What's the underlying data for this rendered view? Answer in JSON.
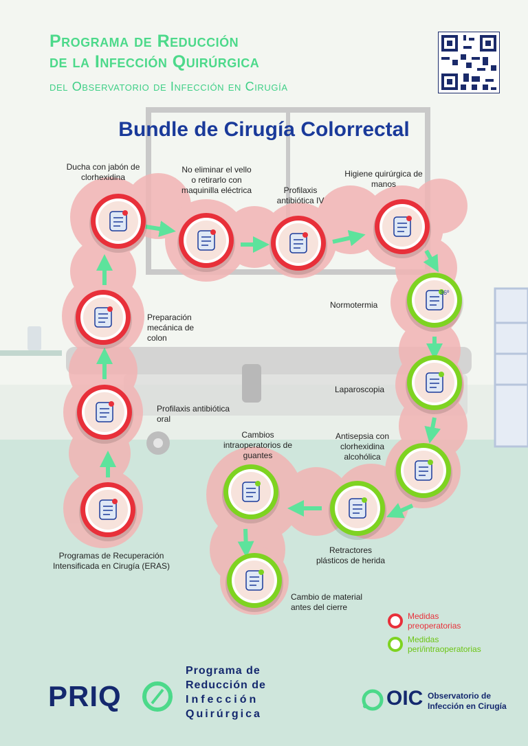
{
  "header": {
    "line1": "Programa de Reducción",
    "line2": "de la Infección Quirúrgica",
    "line3": "del Observatorio de Infección en Cirugía",
    "title": "Bundle de Cirugía Colorrectal"
  },
  "colors": {
    "preop": "#e8303a",
    "periop": "#7ed321",
    "arrow": "#5de39c",
    "title": "#1a3a9a",
    "brand": "#14286e"
  },
  "steps": [
    {
      "label": "Programas de Recuperación Intensificada en Cirugía (ERAS)",
      "type": "preop",
      "icon": "checklist-icon"
    },
    {
      "label": "Profilaxis antibiótica oral",
      "type": "preop",
      "icon": "colon-icon"
    },
    {
      "label": "Preparación mecánica de colon",
      "type": "preop",
      "icon": "colon-icon"
    },
    {
      "label": "Ducha con jabón de clorhexidina",
      "type": "preop",
      "icon": "shower-icon"
    },
    {
      "label": "No eliminar el vello o retirarlo con maquinilla eléctrica",
      "type": "preop",
      "icon": "electric-razor-icon"
    },
    {
      "label": "Profilaxis antibiótica IV",
      "type": "preop",
      "icon": "iv-drip-icon"
    },
    {
      "label": "Higiene quirúrgica de manos",
      "type": "preop",
      "icon": "hand-wash-icon"
    },
    {
      "label": "Normotermia",
      "type": "periop",
      "icon": "thermometer-icon",
      "temp": "36º"
    },
    {
      "label": "Laparoscopia",
      "type": "periop",
      "icon": "laparoscopy-icon"
    },
    {
      "label": "Antisepsia con clorhexidina alcohólica",
      "type": "periop",
      "icon": "antisepsis-icon"
    },
    {
      "label": "Retractores plásticos de herida",
      "type": "periop",
      "icon": "wound-retractor-icon"
    },
    {
      "label": "Cambios intraoperatorios de guantes",
      "type": "periop",
      "icon": "gloves-icon"
    },
    {
      "label": "Cambio de material antes del cierre",
      "type": "periop",
      "icon": "instruments-tray-icon"
    }
  ],
  "legend": {
    "preop": "Medidas preoperatorias",
    "periop": "Medidas peri/intraoperatorias"
  },
  "footer": {
    "priq_logo": "PRIQ",
    "priq_text": [
      "Programa de",
      "Reducción de",
      "Infección",
      "Quirúrgica"
    ],
    "oic_logo": "OIC",
    "oic_text": [
      "Observatorio de",
      "Infección en Cirugía"
    ]
  }
}
